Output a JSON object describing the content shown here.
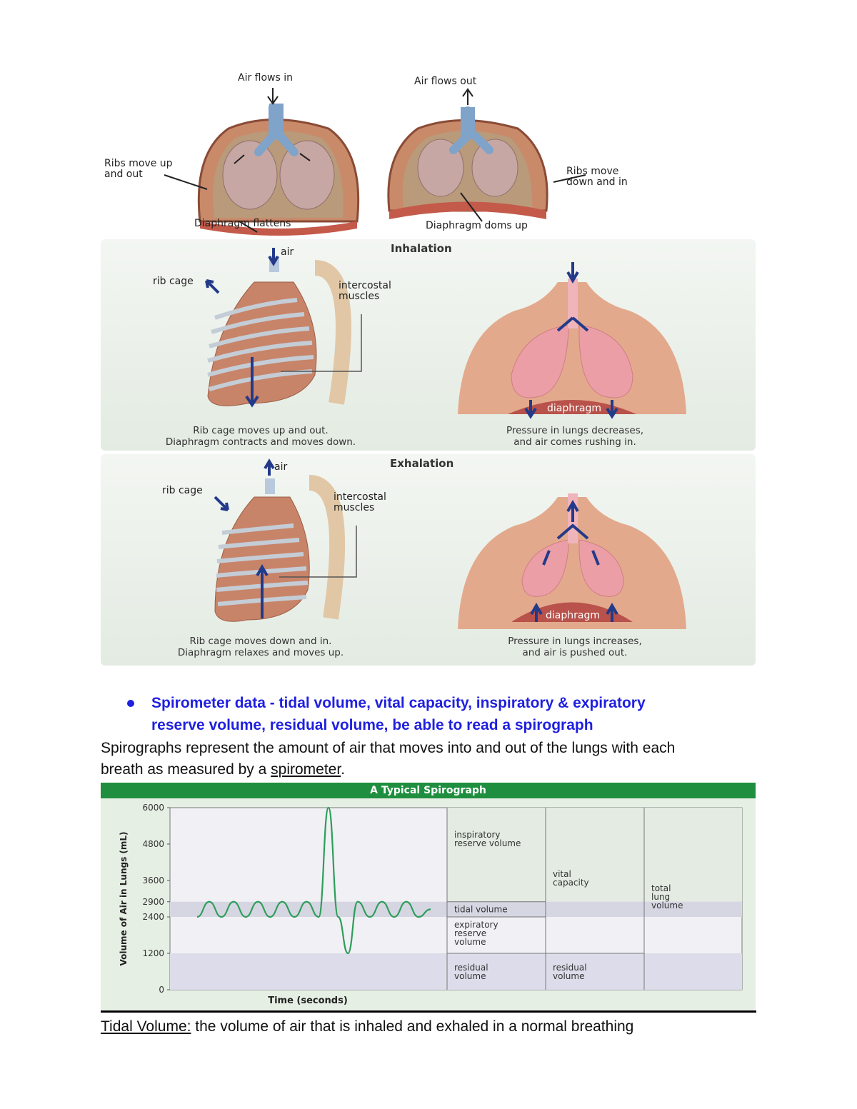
{
  "diagram_top": {
    "left_arrow_label": "Air flows in",
    "right_arrow_label": "Air flows out",
    "ribs_up": "Ribs move up\nand out",
    "ribs_down": "Ribs move\ndown and in",
    "diaphragm_flattens": "Diaphragm flattens",
    "diaphragm_domes": "Diaphragm doms up"
  },
  "inhalation": {
    "title": "Inhalation",
    "air": "air",
    "rib_cage": "rib cage",
    "intercostal": "intercostal\nmuscles",
    "diaphragm": "diaphragm",
    "left_caption": "Rib cage moves up and out.\nDiaphragm contracts  and moves down.",
    "right_caption": "Pressure in lungs decreases,\nand air comes rushing in."
  },
  "exhalation": {
    "title": "Exhalation",
    "air": "air",
    "rib_cage": "rib cage",
    "intercostal": "intercostal\nmuscles",
    "diaphragm": "diaphragm",
    "left_caption": "Rib cage moves down and in.\nDiaphragm relaxes and moves up.",
    "right_caption": "Pressure in lungs increases,\nand air is pushed out."
  },
  "bullet": {
    "line1": "Spirometer data - tidal volume, vital capacity, inspiratory & expiratory",
    "line2": "reserve volume, residual volume, be able to read a spirograph"
  },
  "paragraph": {
    "line1": "Spirographs represent the amount of air that moves into and out of the lungs with each",
    "line2_prefix": "breath as measured by a ",
    "line2_link": "spirometer",
    "line2_suffix": "."
  },
  "chart_data": {
    "type": "line",
    "title": "A Typical Spirograph",
    "xlabel": "Time (seconds)",
    "ylabel": "Volume of Air in Lungs (mL)",
    "ylim": [
      0,
      6000
    ],
    "y_ticks": [
      0,
      1200,
      2400,
      2900,
      3600,
      4800,
      6000
    ],
    "y_tick_labels": [
      "0",
      "1200",
      "2400",
      "2900",
      "3600",
      "4800",
      "6000"
    ],
    "series": [
      {
        "values_description_free": true,
        "points": [
          [
            0,
            2400
          ],
          [
            0.5,
            2900
          ],
          [
            1,
            2400
          ],
          [
            1.5,
            2900
          ],
          [
            2,
            2400
          ],
          [
            2.5,
            2900
          ],
          [
            3,
            2400
          ],
          [
            3.5,
            2900
          ],
          [
            4,
            2400
          ],
          [
            4.5,
            2900
          ],
          [
            5,
            2400
          ],
          [
            5.4,
            6000
          ],
          [
            5.8,
            2400
          ],
          [
            6.2,
            1200
          ],
          [
            6.6,
            2900
          ],
          [
            7.1,
            2400
          ],
          [
            7.6,
            2900
          ],
          [
            8.1,
            2400
          ],
          [
            8.6,
            2900
          ],
          [
            9.1,
            2400
          ],
          [
            9.6,
            2650
          ]
        ]
      }
    ],
    "table": {
      "col1": [
        "inspiratory\nreserve volume",
        "tidal  volume",
        "expiratory\nreserve\nvolume",
        "residual\nvolume"
      ],
      "col2": [
        "vital\ncapacity",
        "residual\nvolume"
      ],
      "col3": [
        "total\nlung\nvolume"
      ]
    }
  },
  "definition": {
    "term": "Tidal Volume:",
    "text": " the volume of air that is inhaled and exhaled in a normal breathing"
  },
  "colors": {
    "bullet_blue": "#1f1fe0",
    "header_green": "#1f8f3f",
    "lung_pink": "#ec9ea6",
    "arrow_navy": "#233a8a"
  }
}
